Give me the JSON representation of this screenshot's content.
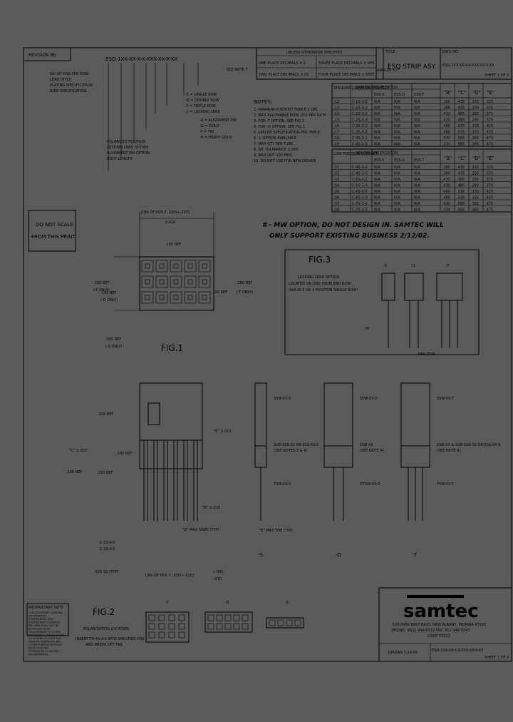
{
  "revision": {
    "label": "REVISION BS"
  },
  "part_number": {
    "code": "ESQ-1XX-XX-X-X-XXX-XX-X-XX",
    "see_note": "SEE NOTE 7",
    "callouts": [
      "NO OF PINS PER ROW",
      "LEAD STYLE",
      "PLATING SPECIFICATION",
      "ROW SPECIFICATION",
      "POLARIZED POSITION",
      "LOCKING LEAD OPTION",
      "ALIGNMENT PIN OPTION",
      "BODY LENGTH",
      "-S = SINGLE ROW",
      "-D = DOUBLE ROW",
      "-T = TRIPLE ROW",
      "-L = LOCKING LEAD",
      "-A = ALIGNMENT PIN",
      "-G = GOLD",
      "-T = TIN",
      "-H = HEAVY GOLD"
    ]
  },
  "tolerances": {
    "header": "UNLESS OTHERWISE SPECIFIED",
    "one_place": "ONE PLACE DECIMALS ±.1",
    "two_place": "TWO PLACE DECIMALS ±.01",
    "three_place": "THREE PLACE DECIMALS ±.005",
    "four_place": "FOUR PLACE DECIMALS ±.0005",
    "angles": "ANGLES ±2°"
  },
  "title": {
    "label": "TITLE",
    "value": "ESQ STRIP ASY."
  },
  "dwg_no": {
    "label": "DWG NO",
    "value": "ESQ-1XX-XX-X-X-XXX-XX-X-XX",
    "sheet": "SHEET 1 OF 3"
  },
  "notes": {
    "heading": "NOTES:",
    "items": [
      "1. MINIMUM PUSHOUT FORCE 2 LBS.",
      "2. MAX ALLOWABLE BOW .002 PER INCH",
      "3. FOR -T OPTION, SEE FIG 3",
      "4. FOR -D OPTION, SEE FIG 1",
      "5. SPACER SPECIFICATION PER TABLE",
      "6. -L OPTION AVAILABLE",
      "7. MAX QTY PER TUBE",
      "8. WT TOLERANCE ±.005",
      "9. MAX OUT 100 PINS",
      "10. DO NOT USE FOR NEW DESIGN"
    ]
  },
  "spacer_tables": [
    {
      "heading": "SPACER SPECIFICATION",
      "col1": "STANDARD POSITION CONTACT",
      "subcols": [
        "ESS-S",
        "ESS-D",
        "ESS-T"
      ],
      "letters": [
        "\"B\"",
        "\"C\"",
        "\"D\"",
        "\"E\""
      ],
      "rows": [
        [
          "-12",
          "C-1S-3-2",
          "N/A",
          "N/A",
          "N/A",
          ".380",
          ".435",
          ".235",
          ".325"
        ],
        [
          "-13",
          "C-1S-3-3",
          "N/A",
          "N/A",
          "N/A",
          ".380",
          ".435",
          ".235",
          ".325"
        ],
        [
          "-14",
          "C-2S-3-2",
          "N/A",
          "N/A",
          "N/A",
          ".430",
          ".485",
          ".285",
          ".375"
        ],
        [
          "-15",
          "C-2S-3-3",
          "N/A",
          "N/A",
          "N/A",
          ".430",
          ".485",
          ".285",
          ".375"
        ],
        [
          "-16",
          "C-3S-3-2",
          "N/A",
          "N/A",
          "N/A",
          ".480",
          ".535",
          ".335",
          ".425"
        ],
        [
          "-17",
          "C-3S-3-3",
          "N/A",
          "N/A",
          "N/A",
          ".480",
          ".535",
          ".335",
          ".425"
        ],
        [
          "-18",
          "C-4S-3-2",
          "N/A",
          "N/A",
          "N/A",
          ".530",
          ".585",
          ".385",
          ".475"
        ],
        [
          "-19",
          "C-4S-3-3",
          "N/A",
          "N/A",
          "N/A",
          ".530",
          ".585",
          ".385",
          ".475"
        ]
      ]
    },
    {
      "heading": "SPACER SPECIFICATION",
      "col1": "LOW POSITION CONTACT",
      "subcols": [
        "ESS-S",
        "ESS-D",
        "ESS-T"
      ],
      "letters": [
        "\"B\"",
        "\"C\"",
        "\"D\"",
        "\"E\""
      ],
      "rows": [
        [
          "-31",
          "C-4S-3-2",
          "N/A",
          "N/A",
          "N/A",
          ".380",
          ".435",
          ".235",
          ".325"
        ],
        [
          "-32",
          "C-4S-3-3",
          "N/A",
          "N/A",
          "N/A",
          ".380",
          ".435",
          ".235",
          ".325"
        ],
        [
          "-33",
          "C-5S-3-2",
          "N/A",
          "N/A",
          "N/A",
          ".430",
          ".485",
          ".285",
          ".375"
        ],
        [
          "-34",
          "C-5S-3-3",
          "N/A",
          "N/A",
          "N/A",
          ".430",
          ".485",
          ".285",
          ".375"
        ],
        [
          "-35",
          "C-6S-3-2",
          "N/A",
          "N/A",
          "N/A",
          ".480",
          ".535",
          ".335",
          ".425"
        ],
        [
          "-36",
          "C-6S-3-3",
          "N/A",
          "N/A",
          "N/A",
          ".480",
          ".535",
          ".335",
          ".425"
        ],
        [
          "-37",
          "C-7S-3-2",
          "N/A",
          "N/A",
          "N/A",
          ".530",
          ".585",
          ".385",
          ".475"
        ],
        [
          "-38",
          "C-7S-3-3",
          "N/A",
          "N/A",
          "N/A",
          ".530",
          ".585",
          ".385",
          ".475"
        ]
      ]
    }
  ],
  "do_not_scale": {
    "line1": "DO NOT SCALE",
    "line2": "FROM THIS PRINT"
  },
  "fig1": {
    "label": "FIG.1",
    "top_dim": "[(No OF POS X .100)+.020]",
    "top_dim_tol": "±.010",
    "pitch": ".100 REF",
    "dims": {
      "h295": ".295 REF",
      "t_only": "(-T ONLY)",
      "h195": ".195 REF",
      "d_only": "(-D ONLY)",
      "h095": ".095 REF",
      "s_only": "(-S ONLY)",
      "h200": ".200 REF",
      "h100": ".100 REF",
      "t_only2": "(-T ONLY)"
    }
  },
  "mw_note": {
    "line1": "# - MW OPTION, DO NOT DESIGN IN. SAMTEC WILL",
    "line2": "ONLY SUPPORT EXISTING BUSINESS 2/12/02."
  },
  "fig3": {
    "label": "FIG.3",
    "sub": "LOCKING LEAD OPTION",
    "sub2": "LOCATED ON 2ND FROM END ROW",
    "sub3": "(N/A IN 1 OR 2 POSITION SINGLE ROW)",
    "views": [
      "-S",
      "-D",
      "-T"
    ],
    "dim_left": ".04",
    "dim_bottom": ".030 (TYP)"
  },
  "side_view": {
    "dims": {
      "d335": ".335 REF",
      "d100": ".100 REF",
      "d100b": ".100 REF",
      "d130": ".130 REF",
      "c": "\"C\" ±.010",
      "e": "\"E\" ±.010",
      "b": "\"B\" ±.010",
      "d": "\"D\" MAX SWAY (TYP)",
      "lead_1": "C-1S-X-X",
      "lead_2": "C-2S-X-X",
      "sq": ".025 SQ (TYP)",
      "bottom": "[(No OF POS X .100)+.020]",
      "bottom_tol_top": "+.005",
      "bottom_tol_bot": "-.010"
    }
  },
  "views": [
    {
      "label": "-S",
      "a": "SSW-XX-S",
      "b": "SUB-SSB-32 OR ESS-XX-S",
      "note": "(SEE NOTES 3 & 4)",
      "c": "TSW-XX-S",
      "toe": "\"E\" MAX TOE (TYP)"
    },
    {
      "label": "-D",
      "a": "SSW-XX-D",
      "b": "DSB-XX",
      "note": "(SEE NOTE 4)",
      "c": "DTSW-XX-D"
    },
    {
      "label": "-T",
      "a": "SSW-XX-T",
      "b": "DSB-XX & SUB-SSB-32 OR ESS-XX-S",
      "note": "(SEE NOTE 4)",
      "c": "TSW-XX-T"
    }
  ],
  "fig2": {
    "label": "FIG.2",
    "line1": "POLARIZATION LOCATION",
    "line2": "INSERT TH-4S-X-X INTO SPECIFIED POS",
    "line3": "AND BREAK OFF TAIL",
    "views": [
      "-T",
      "-D",
      "-S"
    ]
  },
  "proprietary": {
    "title": "PROPRIETARY NOTE",
    "text": "THIS DOCUMENT CONTAINS INFORMATION CONFIDENTIAL AND PROPRIETARY TO SAMTEC INC. AND SHALL NOT BE REPRODUCED OR TRANSFERRED TO OTHER DOCUMENTS OR DISCLOSED TO OTHERS OR USED FOR MANUFACTURING OR ANY OTHER PURPOSE WITHOUT PRIOR WRITTEN PERMISSION OF SAMTEC INCORPORATED."
  },
  "company": {
    "logo_text": "samtec",
    "address": "520 PARK EAST BLVD, NEW ALBANY, INDIANA 47150",
    "phone": "PHONE: (812) 944-6733   FAX: 812-948-5047",
    "code": "CODE 55322",
    "drawn": "JORDAN  7-19-05",
    "dwg": "ESQ-1XX-XX-X-X-XXX-XX-X-XX",
    "sheet": "SHEET 1 OF 3"
  },
  "colors": {
    "paper": "#5a5a5a",
    "ink": "#000000"
  }
}
